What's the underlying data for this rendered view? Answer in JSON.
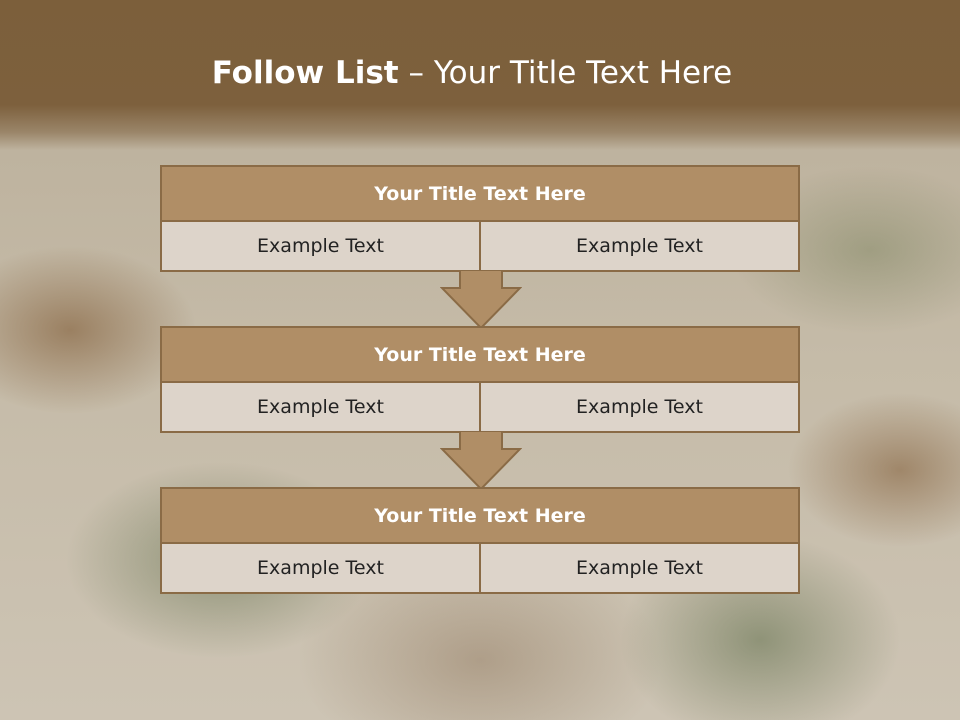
{
  "slide": {
    "title_bold": "Follow List",
    "title_rest": " – Your Title Text Here"
  },
  "steps": [
    {
      "title": "Your Title Text Here",
      "left": "Example Text",
      "right": "Example Text"
    },
    {
      "title": "Your Title Text Here",
      "left": "Example Text",
      "right": "Example Text"
    },
    {
      "title": "Your Title Text Here",
      "left": "Example Text",
      "right": "Example Text"
    }
  ],
  "colors": {
    "header_band": "#7d603d",
    "box_header": "#b08e66",
    "box_cell": "#ddd4ca",
    "border": "#8a6b46"
  }
}
